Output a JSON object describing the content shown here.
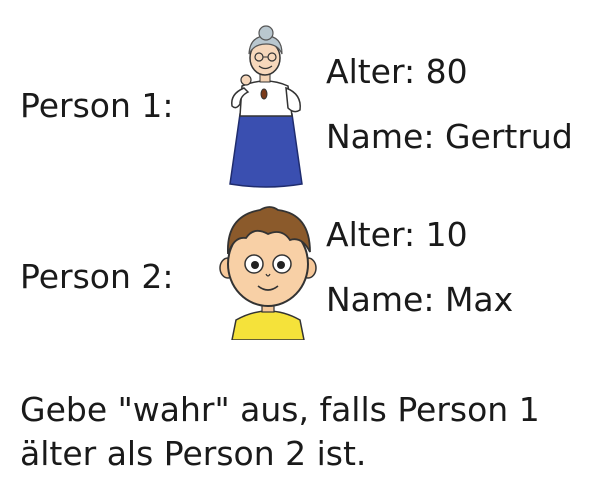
{
  "person1": {
    "label": "Person 1:",
    "age": "Alter: 80",
    "name": "Name: Gertrud",
    "icon": "grandmother-icon"
  },
  "person2": {
    "label": "Person 2:",
    "age": "Alter: 10",
    "name": "Name: Max",
    "icon": "boy-icon"
  },
  "task": {
    "line1": "Gebe \"wahr\" aus, falls Person 1",
    "line2": "älter als Person 2 ist."
  },
  "colors": {
    "text": "#1a1a1a",
    "skirt": "#3a4fb0",
    "shirt_boy": "#f5e23a",
    "hair_boy": "#8b5a2b",
    "hair_grandma": "#b9c7cf"
  }
}
